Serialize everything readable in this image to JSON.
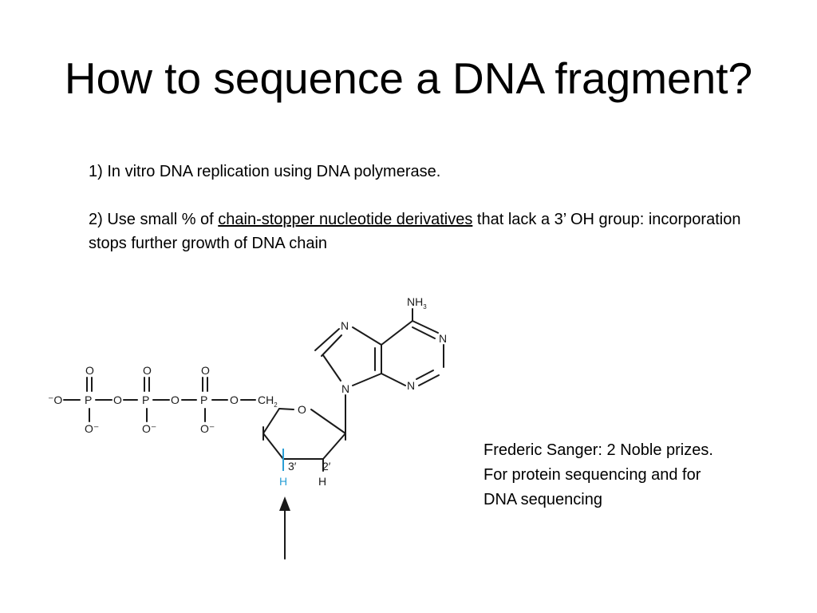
{
  "slide": {
    "title": "How to sequence a DNA fragment?",
    "point1": "1) In vitro DNA replication using DNA polymerase.",
    "point2": {
      "prefix": "2) Use small % of ",
      "link": "chain-stopper nucleotide derivatives",
      "suffix": " that lack a 3’ OH group: incorporation stops further growth of DNA chain"
    },
    "note": {
      "line1": "Frederic Sanger: 2 Noble prizes.",
      "line2": "For protein sequencing and for",
      "line3": "DNA sequencing"
    }
  },
  "structure": {
    "labels": {
      "o_minus": "⁻O",
      "p": "P",
      "o": "O",
      "o_minus_bottom": "O⁻",
      "o_link": "O",
      "ch2": "CH",
      "ch2_sub": "2",
      "ring_o": "O",
      "n": "N",
      "nh3": "NH",
      "nh3_sub": "3",
      "c3": "3′",
      "c2": "2′",
      "h": "H"
    },
    "colors": {
      "bond": "#1a1a1a",
      "highlight": "#2a9fd6"
    }
  }
}
